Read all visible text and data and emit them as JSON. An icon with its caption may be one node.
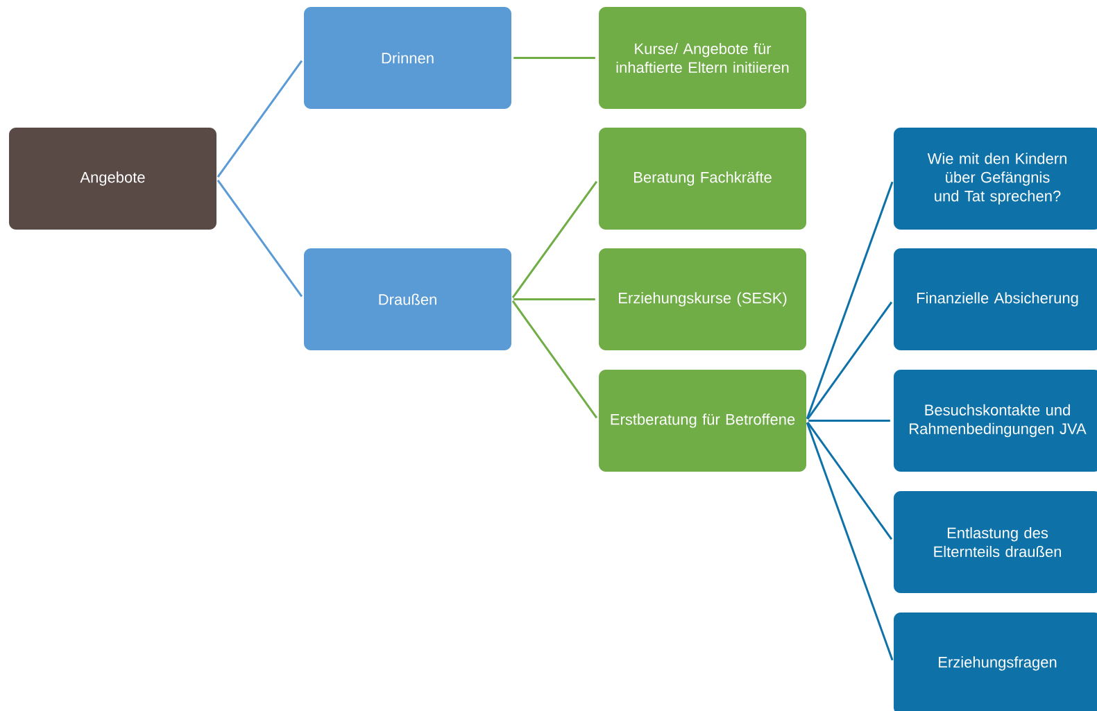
{
  "diagram": {
    "nodes": [
      {
        "text": [
          "Angebote"
        ]
      },
      {
        "text": [
          "Drinnen"
        ]
      },
      {
        "text": [
          "Draußen"
        ]
      },
      {
        "text": [
          "Kurse/ Angebote für inhaftierte Eltern initiieren"
        ]
      },
      {
        "text": [
          "Beratung Fachkräfte"
        ]
      },
      {
        "text": [
          "Erziehungskurse (SESK)"
        ]
      },
      {
        "text": [
          "Erstberatung für Betroffene"
        ]
      },
      {
        "text": [
          "Wie mit den Kindern über Gefängnis und Tat sprechen?"
        ]
      },
      {
        "text": [
          "Finanzielle Absicherung"
        ]
      },
      {
        "text": [
          "Besuchskontakte und Rahmenbedingungen JVA"
        ]
      },
      {
        "text": [
          "Entlastung des Elternteils draußen"
        ]
      },
      {
        "text": [
          "Erziehungsfragen"
        ]
      }
    ],
    "edges": [
      {
        "from": 0,
        "to": 1,
        "arrow": "none",
        "color": "#5b9bd5"
      },
      {
        "from": 0,
        "to": 2,
        "arrow": "none",
        "color": "#5b9bd5"
      },
      {
        "from": 1,
        "to": 3,
        "arrow": "none",
        "color": "#70ad47"
      },
      {
        "from": 2,
        "to": 4,
        "arrow": "none",
        "color": "#70ad47"
      },
      {
        "from": 2,
        "to": 5,
        "arrow": "none",
        "color": "#70ad47"
      },
      {
        "from": 2,
        "to": 6,
        "arrow": "none",
        "color": "#70ad47"
      },
      {
        "from": 6,
        "to": 7,
        "arrow": "none"
      },
      {
        "from": 6,
        "to": 8,
        "arrow": "none"
      },
      {
        "from": 6,
        "to": 9,
        "arrow": "none"
      },
      {
        "from": 6,
        "to": 10,
        "arrow": "none"
      },
      {
        "from": 6,
        "to": 11,
        "arrow": "none"
      }
    ]
  }
}
